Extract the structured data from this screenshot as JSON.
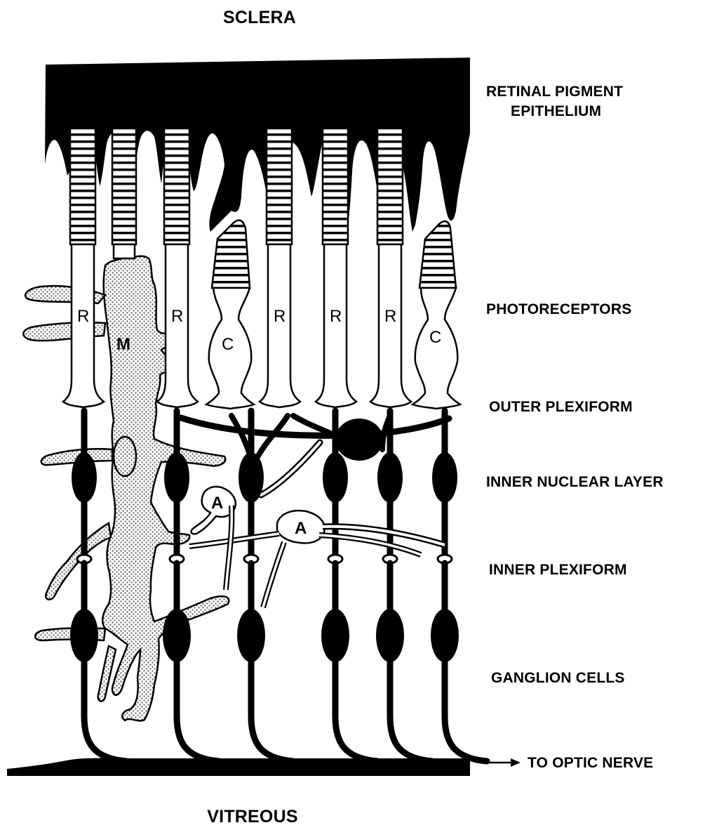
{
  "top_label": "SCLERA",
  "bottom_label": "VITREOUS",
  "layer_labels": {
    "rpe_line1": "RETINAL PIGMENT",
    "rpe_line2": "EPITHELIUM",
    "photoreceptors": "PHOTORECEPTORS",
    "outer_plexiform": "OUTER PLEXIFORM",
    "inner_nuclear": "INNER NUCLEAR LAYER",
    "inner_plexiform": "INNER PLEXIFORM",
    "ganglion": "GANGLION CELLS",
    "optic_nerve": "TO OPTIC NERVE"
  },
  "cell_letters": {
    "rod": "R",
    "cone": "C",
    "muller": "M",
    "amacrine": "A"
  },
  "colors": {
    "ink": "#000000",
    "paper": "#ffffff",
    "muller_fill": "#d0d0d0"
  }
}
